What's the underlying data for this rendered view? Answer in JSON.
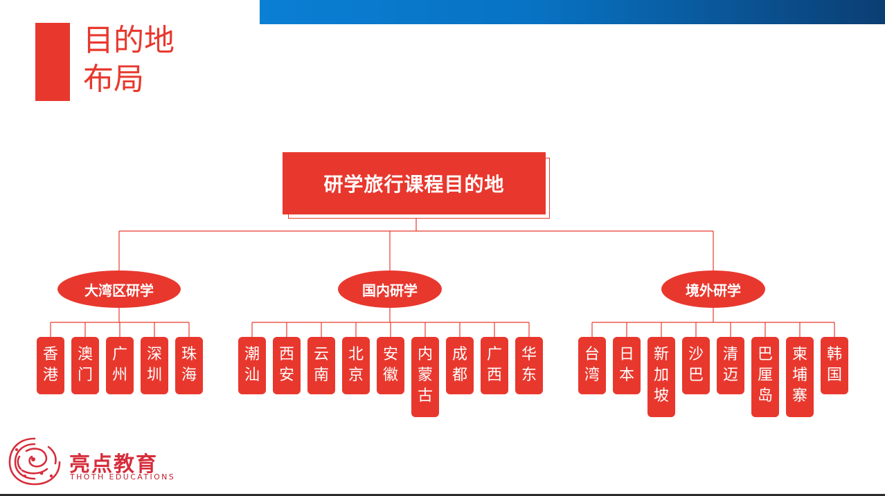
{
  "title": {
    "line1": "目的地",
    "line2": "布局"
  },
  "root": "研学旅行课程目的地",
  "categories": [
    {
      "label": "大湾区研学",
      "items": [
        [
          "香",
          "港"
        ],
        [
          "澳",
          "门"
        ],
        [
          "广",
          "州"
        ],
        [
          "深",
          "圳"
        ],
        [
          "珠",
          "海"
        ]
      ]
    },
    {
      "label": "国内研学",
      "items": [
        [
          "潮",
          "汕"
        ],
        [
          "西",
          "安"
        ],
        [
          "云",
          "南"
        ],
        [
          "北",
          "京"
        ],
        [
          "安",
          "徽"
        ],
        [
          "内",
          "蒙",
          "古"
        ],
        [
          "成",
          "都"
        ],
        [
          "广",
          "西"
        ],
        [
          "华",
          "东"
        ]
      ]
    },
    {
      "label": "境外研学",
      "items": [
        [
          "台",
          "湾"
        ],
        [
          "日",
          "本"
        ],
        [
          "新",
          "加",
          "坡"
        ],
        [
          "沙",
          "巴"
        ],
        [
          "清",
          "迈"
        ],
        [
          "巴",
          "厘",
          "岛"
        ],
        [
          "柬",
          "埔",
          "寨"
        ],
        [
          "韩",
          "国"
        ]
      ]
    }
  ],
  "brand": {
    "name": "亮点教育",
    "sub": "THOTH EDUCATIONS"
  },
  "colors": {
    "accent": "#e8382e",
    "top_bar": "#0a7fd4"
  }
}
